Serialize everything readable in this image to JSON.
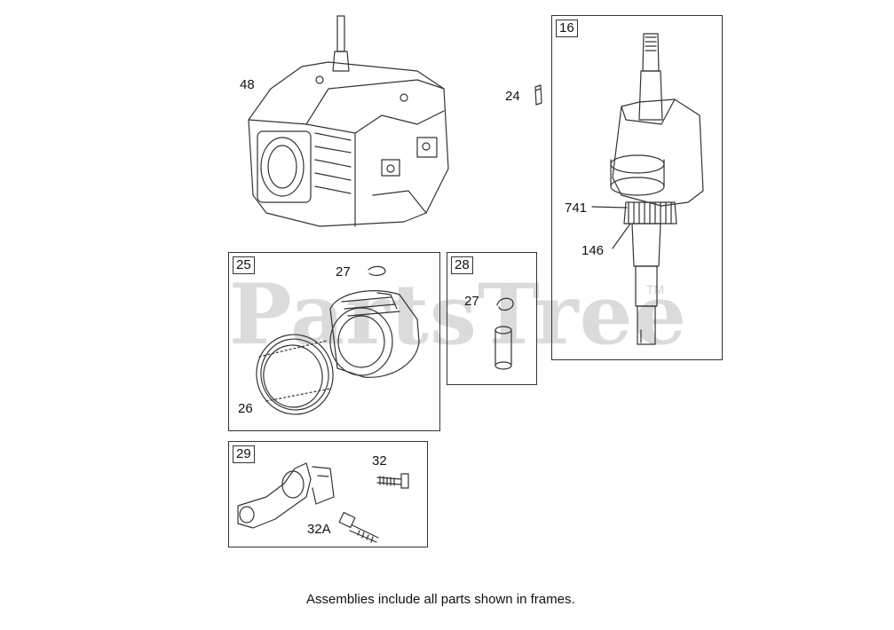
{
  "frames": {
    "f16": {
      "tag": "16"
    },
    "f25": {
      "tag": "25"
    },
    "f28": {
      "tag": "28"
    },
    "f29": {
      "tag": "29"
    }
  },
  "callouts": {
    "c48": "48",
    "c24": "24",
    "c741": "741",
    "c146": "146",
    "c27a": "27",
    "c26": "26",
    "c27b": "27",
    "c32": "32",
    "c32a": "32A"
  },
  "footer": "Assemblies include all parts shown in frames.",
  "watermark": {
    "text": "PartsTree",
    "tm": "TM"
  },
  "colors": {
    "line": "#333333",
    "watermark": "#bebebe"
  }
}
